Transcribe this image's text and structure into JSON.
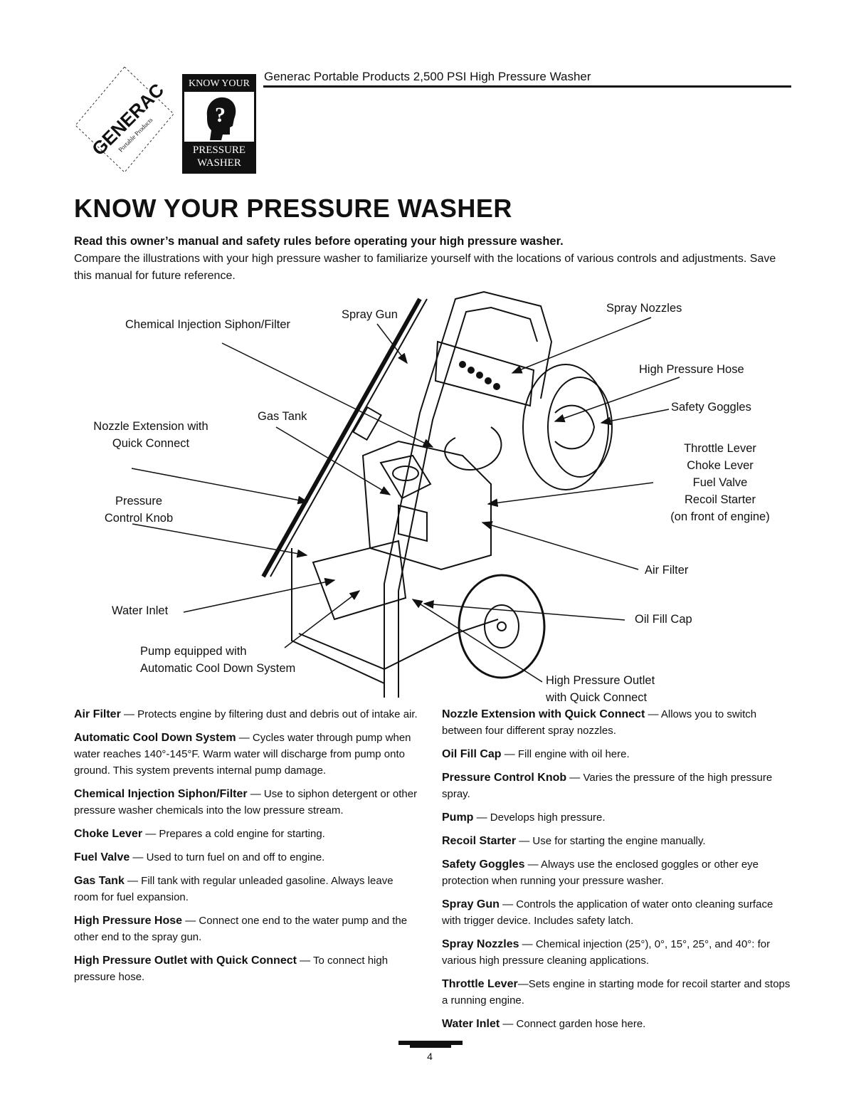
{
  "header": {
    "brand": "GENERAC",
    "brand_sub": "Portable Products",
    "badge_top": "KNOW YOUR",
    "badge_bottom_1": "PRESSURE",
    "badge_bottom_2": "WASHER",
    "title": "Generac Portable Products 2,500 PSI High Pressure Washer"
  },
  "heading": "KNOW YOUR PRESSURE WASHER",
  "intro": {
    "bold": "Read this owner’s manual and safety rules before operating your high pressure washer.",
    "text": "Compare the illustrations with your high pressure washer to familiarize yourself with the locations of various controls and adjustments. Save this manual for future reference."
  },
  "callouts": {
    "chemical": "Chemical Injection Siphon/Filter",
    "spray_gun": "Spray Gun",
    "spray_nozzles": "Spray Nozzles",
    "hp_hose": "High Pressure Hose",
    "safety_goggles": "Safety Goggles",
    "gas_tank": "Gas Tank",
    "nozzle_ext_1": "Nozzle Extension with",
    "nozzle_ext_2": "Quick Connect",
    "throttle": "Throttle Lever",
    "choke": "Choke Lever",
    "fuel_valve": "Fuel Valve",
    "recoil": "Recoil Starter",
    "front_engine": "(on front of engine)",
    "pressure_1": "Pressure",
    "pressure_2": "Control Knob",
    "air_filter": "Air Filter",
    "water_inlet": "Water Inlet",
    "oil_fill": "Oil Fill Cap",
    "pump_1": "Pump equipped with",
    "pump_2": "Automatic Cool Down System",
    "outlet_1": "High Pressure Outlet",
    "outlet_2": "with Quick Connect"
  },
  "glossary_left": [
    {
      "term": "Air Filter",
      "desc": " — Protects engine by filtering dust and debris out of intake air."
    },
    {
      "term": "Automatic Cool Down System",
      "desc": " — Cycles water through pump when water reaches 140°-145°F. Warm water will discharge from pump onto ground. This system prevents internal pump damage."
    },
    {
      "term": "Chemical Injection Siphon/Filter",
      "desc": " — Use to siphon detergent or other pressure washer chemicals into the low pressure stream."
    },
    {
      "term": "Choke Lever",
      "desc": " — Prepares a cold engine for starting."
    },
    {
      "term": "Fuel Valve",
      "desc": " — Used to turn fuel on and off to engine."
    },
    {
      "term": "Gas Tank",
      "desc": " — Fill tank with regular unleaded gasoline. Always leave room for fuel expansion."
    },
    {
      "term": "High Pressure Hose",
      "desc": " — Connect one end to the water pump and the other end to the spray gun."
    },
    {
      "term": "High Pressure Outlet with Quick Connect",
      "desc": " — To connect high pressure hose."
    }
  ],
  "glossary_right": [
    {
      "term": "Nozzle Extension with Quick Connect",
      "desc": " — Allows you to switch between four different spray nozzles."
    },
    {
      "term": "Oil Fill Cap",
      "desc": " — Fill engine with oil here."
    },
    {
      "term": "Pressure Control Knob",
      "desc": " — Varies the pressure of the high pressure spray."
    },
    {
      "term": "Pump",
      "desc": " — Develops high pressure."
    },
    {
      "term": "Recoil Starter",
      "desc": " — Use for starting the engine manually."
    },
    {
      "term": "Safety Goggles",
      "desc": " — Always use the enclosed goggles or other eye protection when running your pressure washer."
    },
    {
      "term": "Spray Gun",
      "desc": " — Controls the application of water onto cleaning surface with trigger device. Includes safety latch."
    },
    {
      "term": "Spray Nozzles",
      "desc": " — Chemical injection (25°), 0°, 15°, 25°, and 40°: for various high pressure cleaning applications."
    },
    {
      "term": "Throttle Lever",
      "desc": "—Sets engine in starting mode for recoil starter and stops a running engine."
    },
    {
      "term": "Water Inlet",
      "desc": " — Connect garden hose here."
    }
  ],
  "page_number": "4"
}
